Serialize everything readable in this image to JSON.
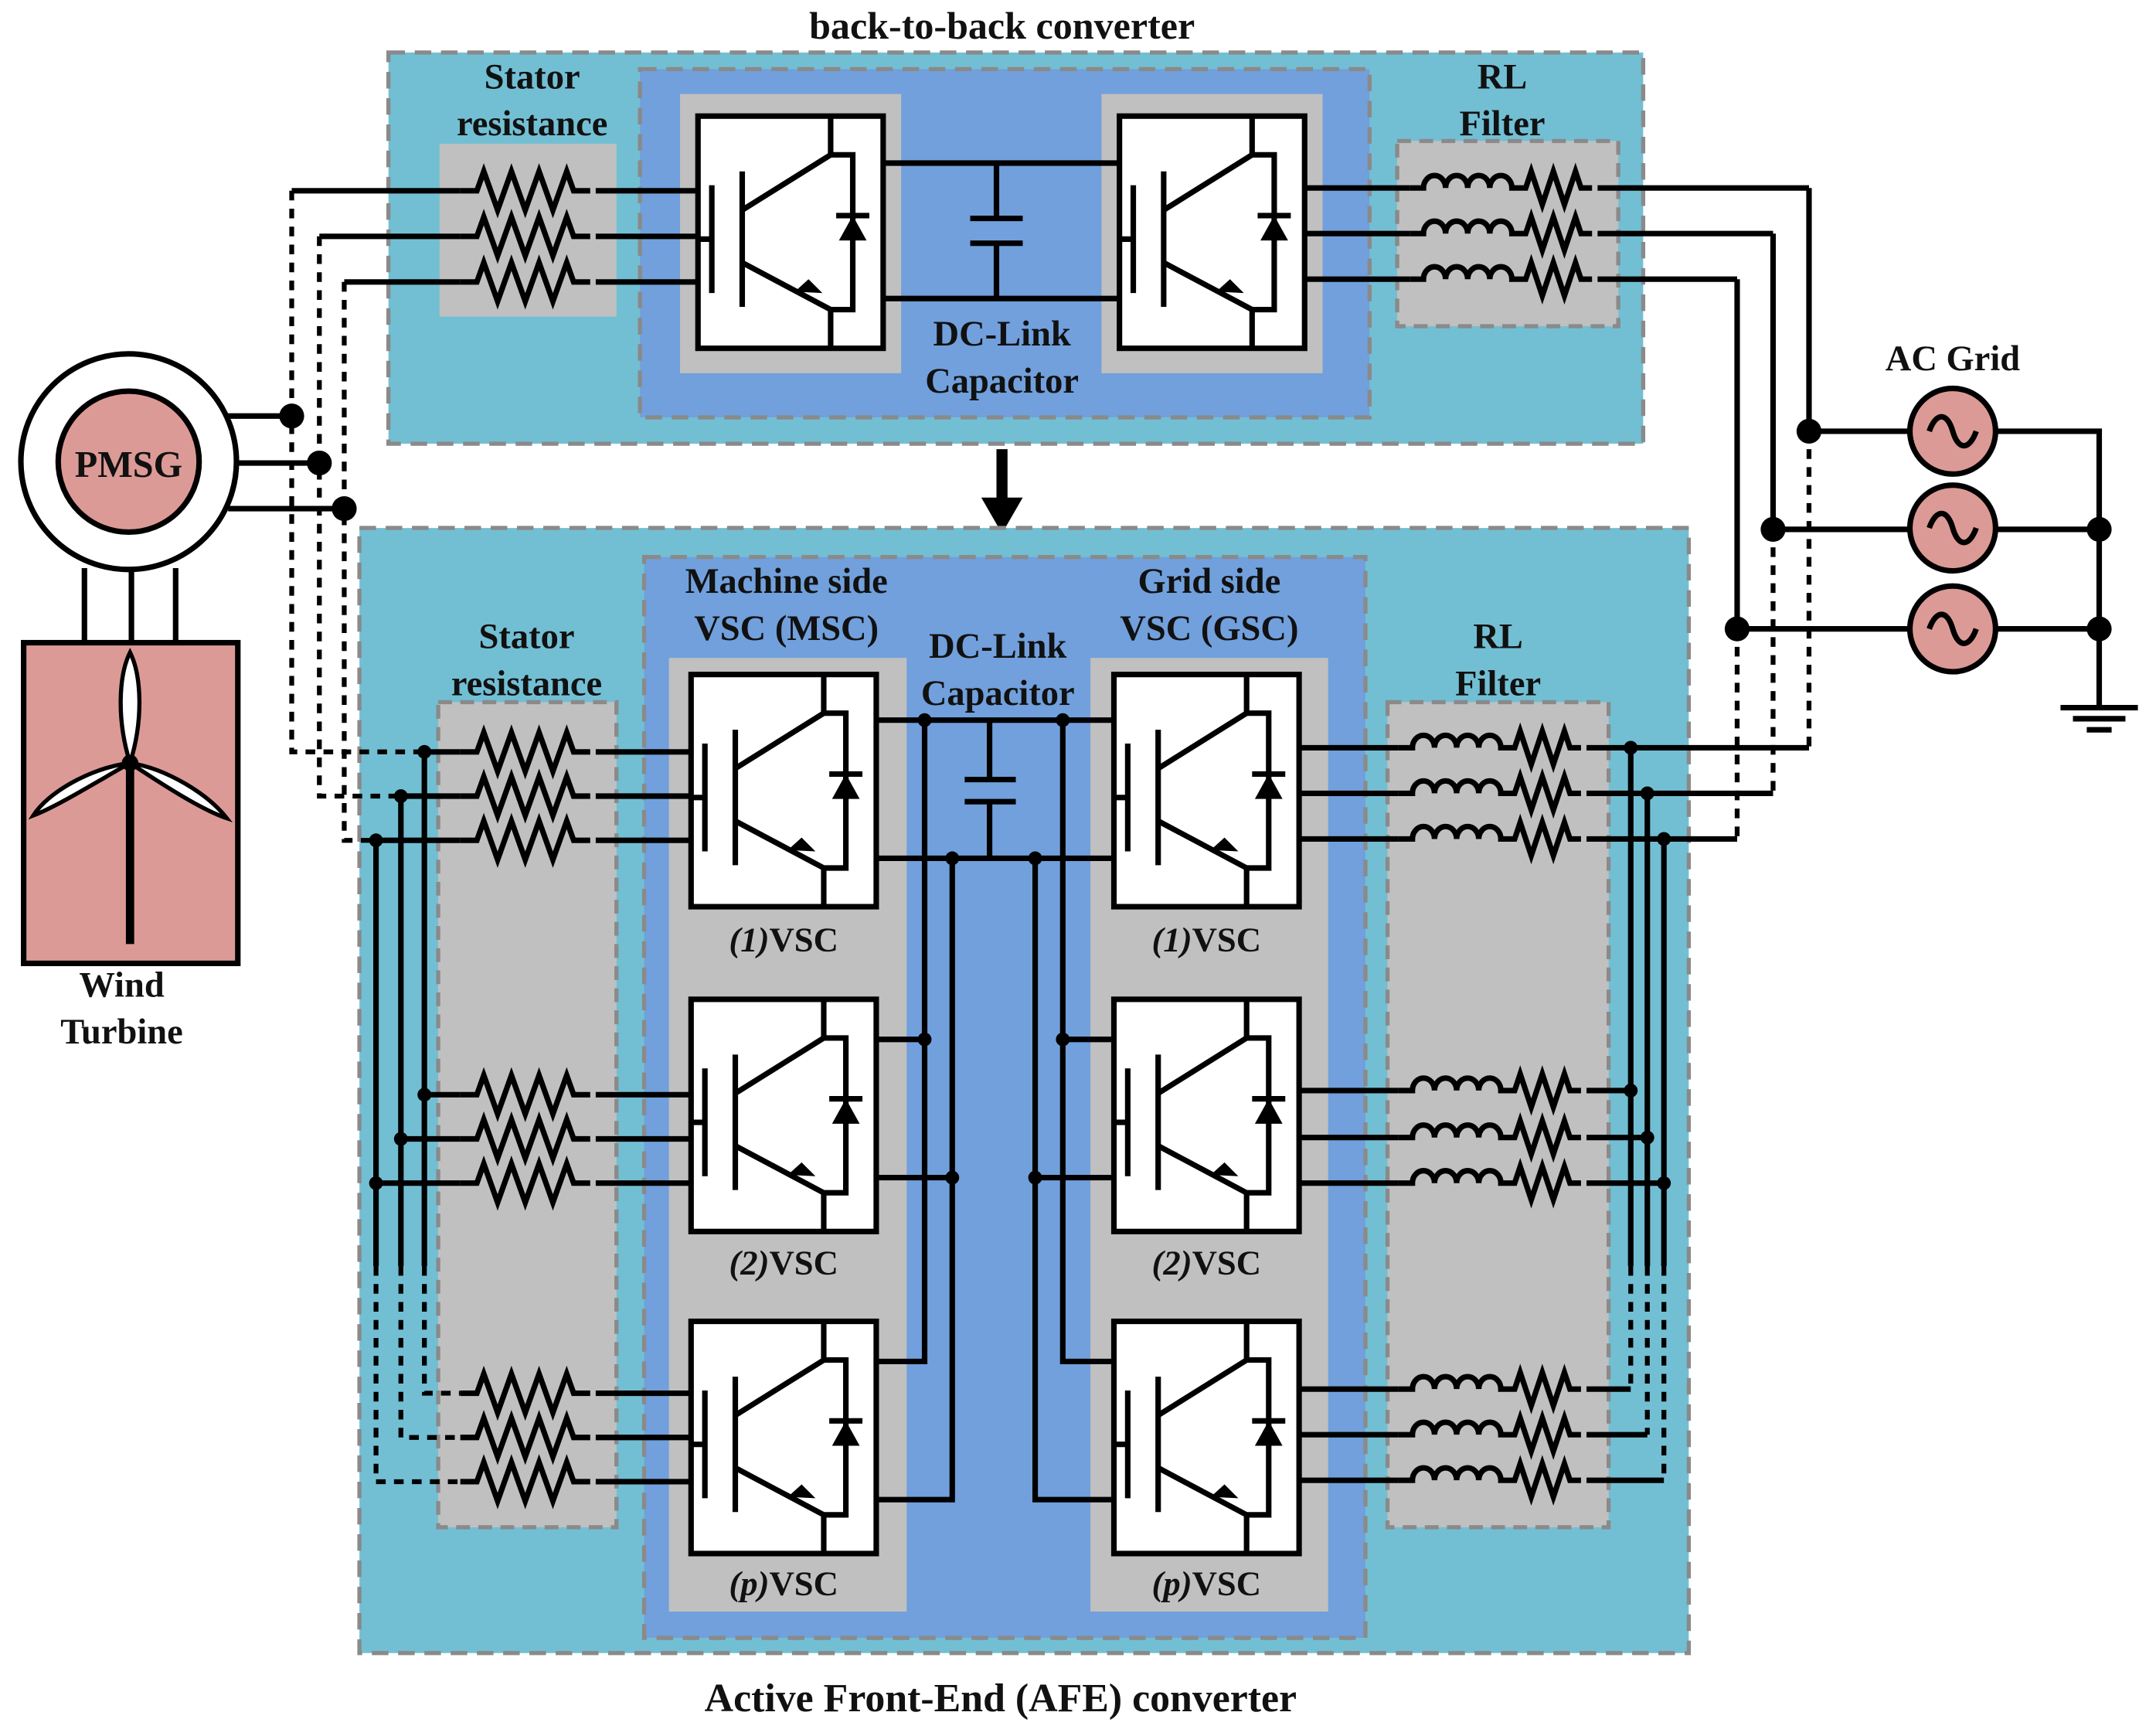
{
  "labels": {
    "b2b_title": "back-to-back converter",
    "afe_title": "Active Front-End (AFE) converter",
    "stator_resistance": "Stator resistance",
    "stator_line1": "Stator",
    "stator_line2": "resistance",
    "rl_line1": "RL",
    "rl_line2": "Filter",
    "dclink_line1": "DC-Link",
    "dclink_line2": "Capacitor",
    "msc_line1": "Machine side",
    "msc_line2": "VSC (MSC)",
    "gsc_line1": "Grid side",
    "gsc_line2": "VSC (GSC)",
    "ac_grid": "AC Grid",
    "pmsg": "PMSG",
    "wind_line1": "Wind",
    "wind_line2": "Turbine"
  },
  "vsc_modules": [
    {
      "prefix": "(1)",
      "suffix": "VSC"
    },
    {
      "prefix": "(2)",
      "suffix": "VSC"
    },
    {
      "prefix": "(p)",
      "suffix": "VSC"
    }
  ],
  "colors": {
    "outer_block": "#72bfd4",
    "inner_block": "#71a0dc",
    "component_bg": "#c0c0c0",
    "machine_fill": "#dc9a96",
    "dashed_border": "#8a8a8a"
  },
  "icons": [
    "igbt-switch-icon",
    "resistor-icon",
    "inductor-icon",
    "capacitor-icon",
    "ac-source-icon",
    "ground-icon",
    "wind-turbine-icon",
    "down-arrow-icon"
  ]
}
